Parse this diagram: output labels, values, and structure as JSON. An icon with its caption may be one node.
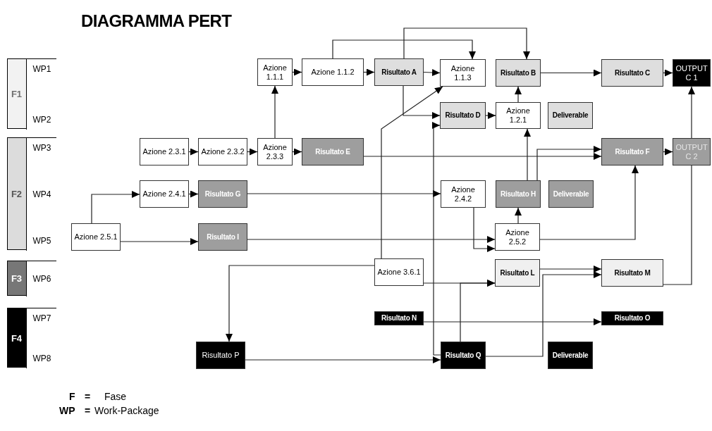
{
  "diagram": {
    "title": "DIAGRAMMA PERT",
    "nodes": [
      {
        "text": [
          "F1"
        ]
      },
      {
        "text": [
          "WP1",
          "WP2"
        ],
        "in": 0
      },
      {
        "text": [
          "F2"
        ]
      },
      {
        "text": [
          "WP3",
          "WP4",
          "WP5"
        ],
        "in": 2
      },
      {
        "text": [
          "F3"
        ]
      },
      {
        "text": [
          "WP6"
        ],
        "in": 4
      },
      {
        "text": [
          "F4"
        ]
      },
      {
        "text": [
          "WP7",
          "WP8"
        ],
        "in": 6
      },
      {
        "text": [
          "Azione 1.1.1"
        ]
      },
      {
        "text": [
          "Azione 1.1.2"
        ]
      },
      {
        "text": [
          "Risultato A"
        ]
      },
      {
        "text": [
          "Azione 1.1.3"
        ]
      },
      {
        "text": [
          "Risultato B"
        ]
      },
      {
        "text": [
          "Risultato C"
        ]
      },
      {
        "text": [
          "OUTPUT C 1"
        ]
      },
      {
        "text": [
          "Risultato D"
        ]
      },
      {
        "text": [
          "Azione 1.2.1"
        ]
      },
      {
        "text": [
          "Deliverable"
        ]
      },
      {
        "text": [
          "Azione 2.3.1"
        ]
      },
      {
        "text": [
          "Azione 2.3.2"
        ]
      },
      {
        "text": [
          "Azione 2.3.3"
        ]
      },
      {
        "text": [
          "Risultato E"
        ]
      },
      {
        "text": [
          "Risultato F"
        ]
      },
      {
        "text": [
          "OUTPUT C 2"
        ]
      },
      {
        "text": [
          "Azione 2.4.1"
        ]
      },
      {
        "text": [
          "Risultato G"
        ]
      },
      {
        "text": [
          "Azione 2.4.2"
        ]
      },
      {
        "text": [
          "Risultato H"
        ]
      },
      {
        "text": [
          "Deliverable"
        ]
      },
      {
        "text": [
          "Azione 2.5.1"
        ]
      },
      {
        "text": [
          "Risultato I"
        ]
      },
      {
        "text": [
          "Azione 2.5.2"
        ]
      },
      {
        "text": [
          "Azione 3.6.1"
        ]
      },
      {
        "text": [
          "Risultato L"
        ]
      },
      {
        "text": [
          "Risultato M"
        ]
      },
      {
        "text": [
          "Risultato N"
        ]
      },
      {
        "text": [
          "Risultato O"
        ]
      },
      {
        "text": [
          "Risultato P"
        ]
      },
      {
        "text": [
          "Risultato Q"
        ]
      },
      {
        "text": [
          "Deliverable"
        ]
      }
    ],
    "edges": [
      {
        "from": 8,
        "to": 9,
        "arrow": "to"
      },
      {
        "from": 9,
        "to": 10,
        "arrow": "to"
      },
      {
        "from": 10,
        "to": 11,
        "arrow": "to"
      },
      {
        "from": 9,
        "to": 11,
        "arrow": "to"
      },
      {
        "from": 10,
        "to": 12,
        "arrow": "to"
      },
      {
        "from": 12,
        "to": 13,
        "arrow": "to"
      },
      {
        "from": 13,
        "to": 14,
        "arrow": "to"
      },
      {
        "from": 10,
        "to": 15,
        "arrow": "to"
      },
      {
        "from": 15,
        "to": 16,
        "arrow": "to"
      },
      {
        "from": 16,
        "to": 12,
        "arrow": "to"
      },
      {
        "from": 18,
        "to": 19,
        "arrow": "to"
      },
      {
        "from": 19,
        "to": 20,
        "arrow": "to"
      },
      {
        "from": 20,
        "to": 21,
        "arrow": "to"
      },
      {
        "from": 20,
        "to": 8,
        "arrow": "to"
      },
      {
        "from": 21,
        "to": 22,
        "arrow": "to"
      },
      {
        "from": 27,
        "to": 16,
        "arrow": "to"
      },
      {
        "from": 27,
        "to": 22,
        "arrow": "to"
      },
      {
        "from": 22,
        "to": 23,
        "arrow": "to"
      },
      {
        "from": 34,
        "to": 23,
        "arrow": "none"
      },
      {
        "from": 23,
        "to": 14,
        "arrow": "to"
      },
      {
        "from": 29,
        "to": 24,
        "arrow": "to"
      },
      {
        "from": 24,
        "to": 25,
        "arrow": "to"
      },
      {
        "from": 29,
        "to": 30,
        "arrow": "to"
      },
      {
        "from": 25,
        "to": 26,
        "arrow": "to"
      },
      {
        "from": 26,
        "to": 31,
        "arrow": "to"
      },
      {
        "from": 30,
        "to": 31,
        "arrow": "to"
      },
      {
        "from": 31,
        "to": 27,
        "arrow": "to"
      },
      {
        "from": 31,
        "to": 22,
        "arrow": "to"
      },
      {
        "from": 32,
        "to": 11,
        "arrow": "to"
      },
      {
        "from": 38,
        "to": 15,
        "arrow": "to"
      },
      {
        "from": 32,
        "to": 37,
        "arrow": "to"
      },
      {
        "from": 32,
        "to": 33,
        "arrow": "to"
      },
      {
        "from": 38,
        "to": 33,
        "arrow": "to"
      },
      {
        "from": 37,
        "to": 38,
        "arrow": "to"
      },
      {
        "from": 35,
        "to": 36,
        "arrow": "to"
      },
      {
        "from": 33,
        "to": 34,
        "arrow": "to"
      },
      {
        "from": 38,
        "to": 34,
        "arrow": "to"
      }
    ],
    "labels": [
      "F",
      "=",
      "Fase",
      "WP",
      "=",
      "Work-Package"
    ]
  }
}
